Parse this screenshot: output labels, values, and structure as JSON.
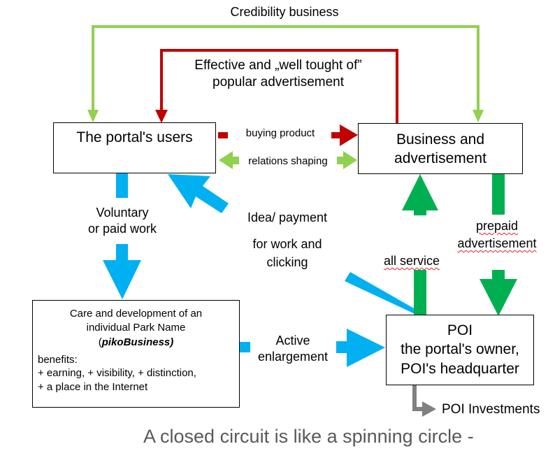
{
  "diagram": {
    "colors": {
      "light_green": "#92d050",
      "dark_red": "#c00000",
      "cyan": "#00b0f0",
      "green": "#00b050",
      "gray": "#808080",
      "caption_gray": "#595959"
    },
    "labels": {
      "credibility": "Credibility business",
      "effective_line1": "Effective and „well tought of”",
      "effective_line2": "popular advertisement",
      "buying_product": "buying product",
      "relations_shaping": "relations shaping",
      "voluntary_line1": "Voluntary",
      "voluntary_line2": "or paid work",
      "idea_line1": "Idea/ payment",
      "idea_line2": "for work and",
      "idea_line3": "clicking",
      "prepaid_line1": "prepaid",
      "prepaid_line2": "advertisement",
      "all_service": "all service",
      "active_line1": "Active",
      "active_line2": "enlargement",
      "poi_investments": "POI Investments"
    },
    "nodes": {
      "users": {
        "title": "The portal's users"
      },
      "business": {
        "line1": "Business and",
        "line2": "advertisement"
      },
      "care": {
        "line1": "Care and development of an",
        "line2": "individual Park Name",
        "line3_open": "(",
        "line3_bold": "pikoBusiness)",
        "benefits_title": "benefits:",
        "benefits_line1": "+ earning, + visibility, + distinction,",
        "benefits_line2": "+ a place in the Internet"
      },
      "poi": {
        "line1": "POI",
        "line2": "the portal's owner,",
        "line3": "POI's headquarter"
      }
    },
    "caption": "A closed circuit is like a spinning circle -"
  }
}
